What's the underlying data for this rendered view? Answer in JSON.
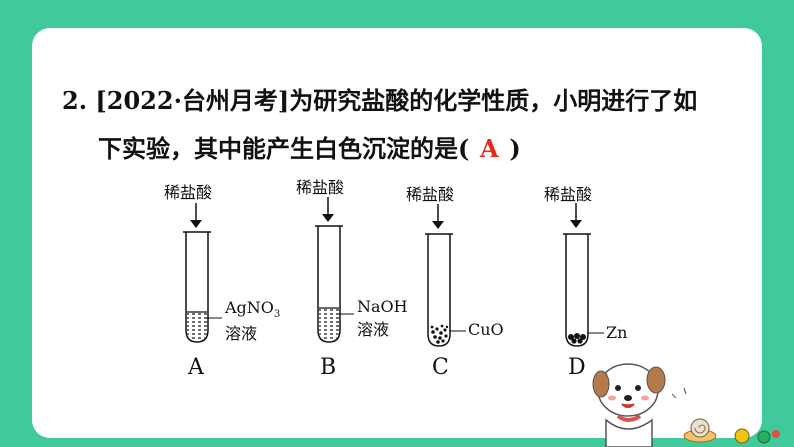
{
  "question": {
    "line1": "2. [2022·台州月考]为研究盐酸的化学性质，小明进行了如",
    "line2_before": "下实验，其中能产生白色沉淀的是(",
    "answer": "A",
    "line2_after": ")"
  },
  "experiments": [
    {
      "option": "A",
      "reagent": "稀盐酸",
      "substance_line1": "AgNO",
      "substance_sub": "3",
      "substance_line2": "溶液",
      "contents": "solution"
    },
    {
      "option": "B",
      "reagent": "稀盐酸",
      "substance_line1": "NaOH",
      "substance_sub": "",
      "substance_line2": "溶液",
      "contents": "solution"
    },
    {
      "option": "C",
      "reagent": "稀盐酸",
      "substance_line1": "CuO",
      "substance_sub": "",
      "substance_line2": "",
      "contents": "powder"
    },
    {
      "option": "D",
      "reagent": "稀盐酸",
      "substance_line1": "Zn",
      "substance_sub": "",
      "substance_line2": "",
      "contents": "granules"
    }
  ],
  "colors": {
    "background": "#3fc99c",
    "card": "#ffffff",
    "answer": "#e6281e"
  }
}
